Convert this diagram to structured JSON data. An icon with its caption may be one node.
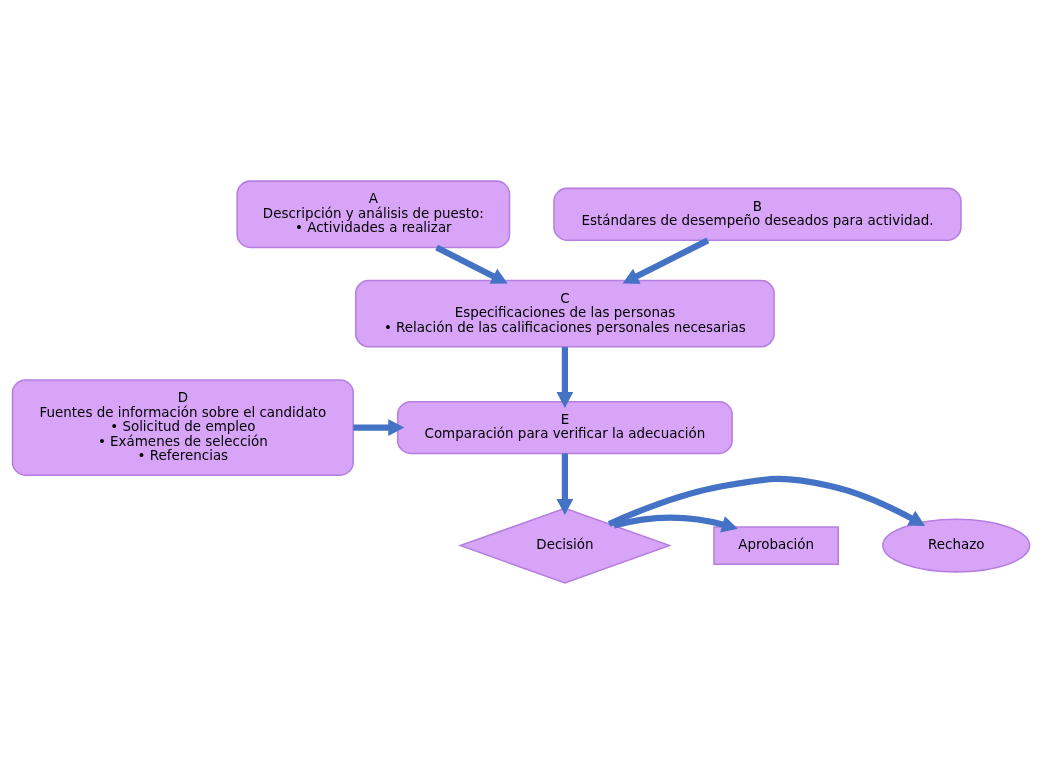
{
  "diagram": {
    "nodes": [
      {
        "text": [
          "A",
          "Descripción y análisis de puesto:",
          "• Actividades a realizar"
        ]
      },
      {
        "text": [
          "B",
          "Estándares de desempeño deseados para actividad."
        ]
      },
      {
        "text": [
          "C",
          "Especificaciones de las personas",
          "• Relación de las calificaciones personales necesarias"
        ]
      },
      {
        "text": [
          "E",
          "Comparación para verificar la adecuación"
        ]
      },
      {
        "text": [
          "D",
          "Fuentes de información sobre el candidato",
          "• Solicitud de empleo",
          "• Exámenes de selección",
          "• Referencias"
        ]
      },
      {
        "text": [
          "Decisión"
        ]
      },
      {
        "text": [
          "Rechazo"
        ]
      },
      {
        "text": [
          "Aprobación"
        ]
      }
    ],
    "edges": [
      {
        "from": 0,
        "to": 2,
        "arrow": "to"
      },
      {
        "from": 1,
        "to": 2,
        "arrow": "to"
      },
      {
        "from": 2,
        "to": 3,
        "arrow": "to"
      },
      {
        "from": 4,
        "to": 3,
        "arrow": "to"
      },
      {
        "from": 3,
        "to": 5,
        "arrow": "to"
      },
      {
        "from": 5,
        "to": 6,
        "arrow": "to"
      },
      {
        "from": 5,
        "to": 7,
        "arrow": "to"
      }
    ]
  }
}
